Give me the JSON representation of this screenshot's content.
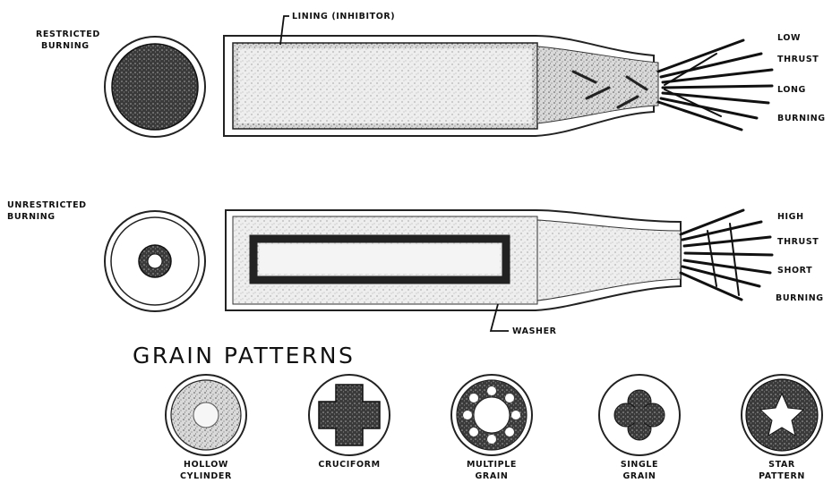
{
  "restricted": {
    "title_line1": "RESTRICTED",
    "title_line2": "BURNING",
    "lining_label": "LINING (INHIBITOR)",
    "effect": [
      "LOW",
      "THRUST",
      "LONG",
      "BURNING"
    ]
  },
  "unrestricted": {
    "title_line1": "UNRESTRICTED",
    "title_line2": "BURNING",
    "washer_label": "WASHER",
    "effect": [
      "HIGH",
      "THRUST",
      "SHORT",
      "BURNING"
    ]
  },
  "grain_patterns": {
    "title": "GRAIN PATTERNS",
    "items": [
      {
        "line1": "HOLLOW",
        "line2": "CYLINDER"
      },
      {
        "line1": "CRUCIFORM",
        "line2": ""
      },
      {
        "line1": "MULTIPLE",
        "line2": "GRAIN"
      },
      {
        "line1": "SINGLE",
        "line2": "GRAIN"
      },
      {
        "line1": "STAR",
        "line2": "PATTERN"
      }
    ]
  }
}
